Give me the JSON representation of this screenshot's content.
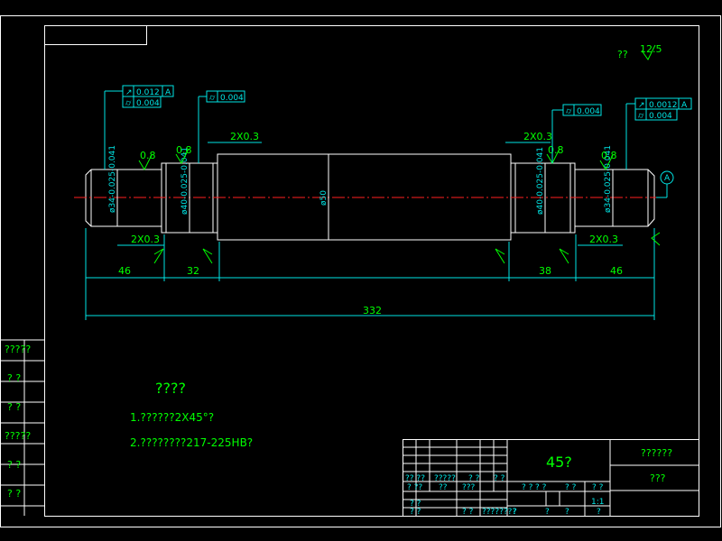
{
  "dimensions": {
    "overall_length": "332",
    "left_end_length": "46",
    "left_journal_length": "32",
    "right_journal_length": "38",
    "right_end_length": "46",
    "center_diameter": "ø50",
    "left_end_diameter": "ø34-0.025-0.041",
    "left_journal_diameter": "ø40-0.025-0.041",
    "right_journal_diameter": "ø40-0.025-0.041",
    "right_end_diameter": "ø34-0.025-0.041",
    "chamfer": "2X0.3",
    "roughness": "0.8",
    "roughness_general": "12.5",
    "roughness_general_prefix": "??"
  },
  "tolerance_frames": {
    "left_top": {
      "symbol": "↗",
      "value": "0.012",
      "datum": "A"
    },
    "left_bottom": {
      "symbol": "⌭",
      "value": "0.004"
    },
    "left_second": {
      "symbol": "⌭",
      "value": "0.004"
    },
    "right_second": {
      "symbol": "⌭",
      "value": "0.004"
    },
    "right_top": {
      "symbol": "↗",
      "value": "0.0012",
      "datum": "A"
    },
    "right_bottom": {
      "symbol": "⌭",
      "value": "0.004"
    },
    "datum_label": "A"
  },
  "notes": {
    "heading": "????",
    "line1": "1.??????2X45°?",
    "line2": "2.????????217-225HB?"
  },
  "side_labels": [
    "?????",
    "?  ?",
    "?  ?",
    "?????",
    "?  ?",
    "?  ?"
  ],
  "title_block": {
    "material": "45?",
    "title": "??????",
    "drawing_no": "???",
    "scale": "1:1",
    "row_labels_a": [
      "?? ??",
      "?????",
      "?  ?",
      "?  ?"
    ],
    "row_labels_b": [
      "?  ??",
      "??",
      "???"
    ],
    "row_labels_c": [
      "?  ?",
      "?  ?",
      "?  ?",
      "?  ?"
    ],
    "row_labels_d": [
      "?  ?",
      "?  ?",
      "? ?",
      "????????",
      "?",
      "?",
      "?",
      "?"
    ]
  }
}
